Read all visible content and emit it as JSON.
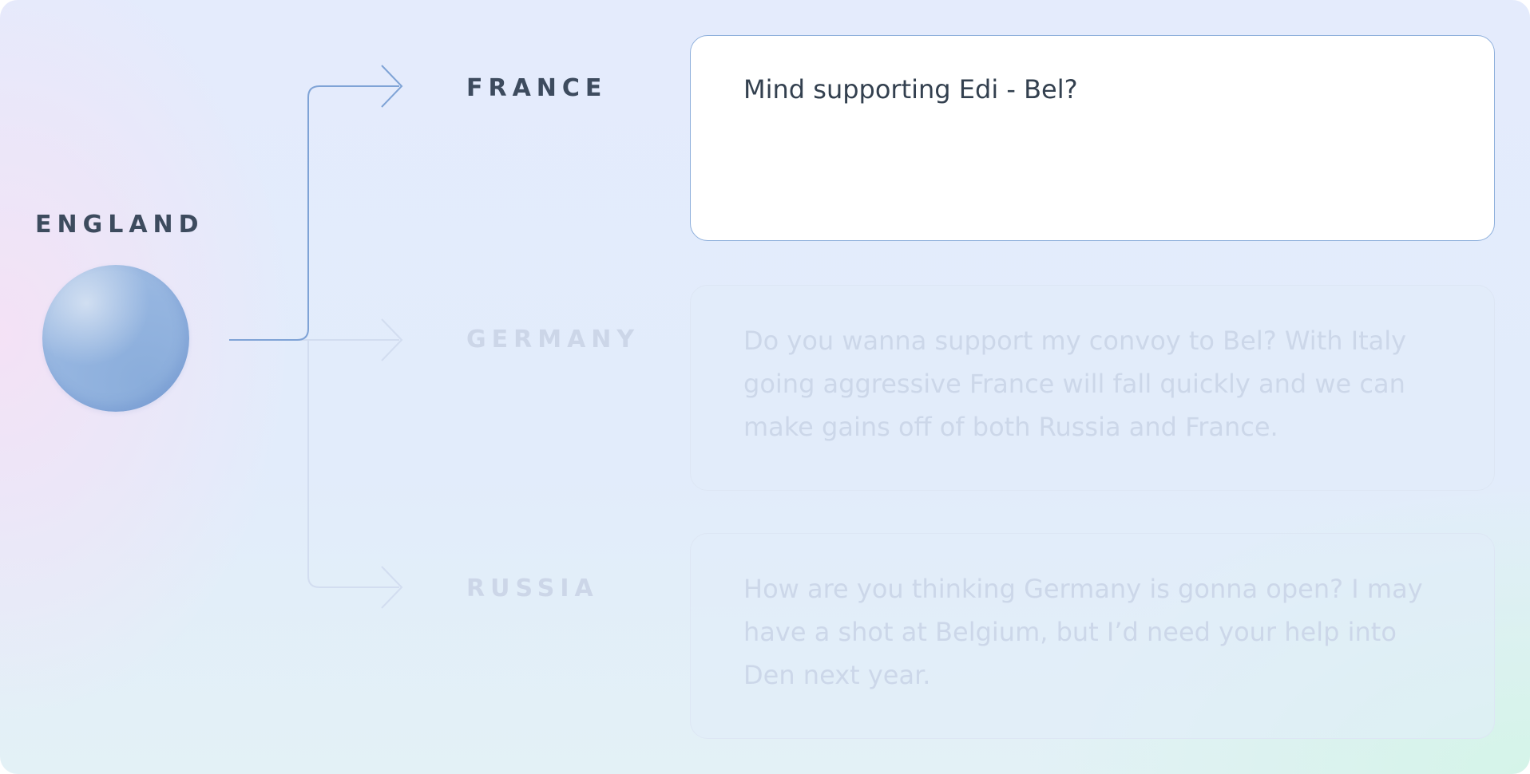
{
  "sender": {
    "name": "ENGLAND"
  },
  "recipients": [
    {
      "name": "FRANCE",
      "message": "Mind supporting Edi - Bel?",
      "active": true
    },
    {
      "name": "GERMANY",
      "message": "Do you wanna support my convoy to Bel? With Italy going aggressive France will fall quickly and we can make gains off of both Russia and France.",
      "active": false
    },
    {
      "name": "RUSSIA",
      "message": "How are you thinking Germany is gonna open? I may have a shot at Belgium, but I’d need your help into Den next year.",
      "active": false
    }
  ],
  "colors": {
    "active_text": "#3d4b5e",
    "dim_text": "#ccd6e8",
    "wire": "#7fa3d6",
    "globe": "#95b5e0"
  }
}
